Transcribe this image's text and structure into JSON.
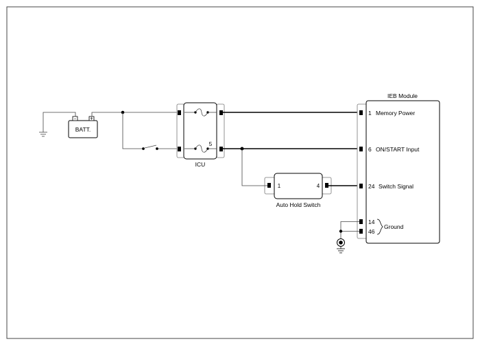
{
  "components": {
    "battery": {
      "label": "BATT.",
      "pos_terminal": "+",
      "neg_terminal": "-"
    },
    "icu": {
      "label": "ICU",
      "pin_label": "5"
    },
    "auto_hold_switch": {
      "label": "Auto Hold Switch",
      "pin_left": "1",
      "pin_right": "4"
    },
    "ieb_module": {
      "title": "IEB Module",
      "pins": [
        {
          "number": "1",
          "name": "Memory Power"
        },
        {
          "number": "6",
          "name": "ON/START Input"
        },
        {
          "number": "24",
          "name": "Switch Signal"
        },
        {
          "number": "14",
          "name": ""
        },
        {
          "number": "46",
          "name": ""
        }
      ],
      "ground_label": "Ground"
    }
  }
}
